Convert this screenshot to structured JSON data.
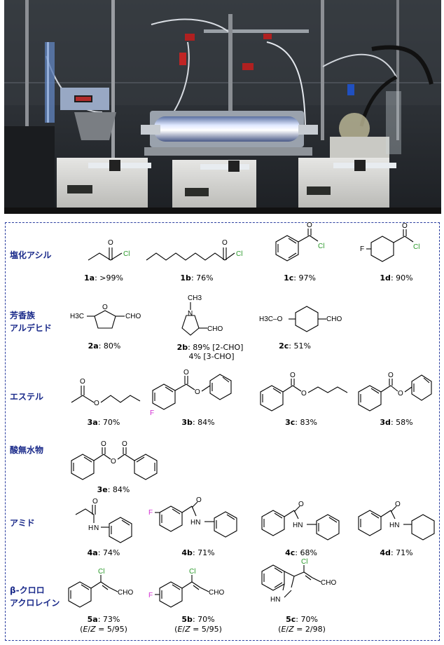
{
  "categories": {
    "acyl_chloride": "塩化アシル",
    "aromatic_aldehyde_1": "芳香族",
    "aromatic_aldehyde_2": "アルデヒド",
    "ester": "エステル",
    "anhydride": "酸無水物",
    "amide": "アミド",
    "chloroacrolein_1": "β-クロロ",
    "chloroacrolein_2": "アクロレイン"
  },
  "compounds": {
    "c1a": {
      "id": "1a",
      "yield": ": >99%"
    },
    "c1b": {
      "id": "1b",
      "yield": ": 76%"
    },
    "c1c": {
      "id": "1c",
      "yield": ": 97%"
    },
    "c1d": {
      "id": "1d",
      "yield": ": 90%"
    },
    "c2a": {
      "id": "2a",
      "yield": ": 80%"
    },
    "c2b": {
      "id": "2b",
      "yield": ": 89% [2-CHO]",
      "yield2": "4% [3-CHO]"
    },
    "c2c": {
      "id": "2c",
      "yield": ": 51%"
    },
    "c3a": {
      "id": "3a",
      "yield": ": 70%"
    },
    "c3b": {
      "id": "3b",
      "yield": ": 84%"
    },
    "c3c": {
      "id": "3c",
      "yield": ": 83%"
    },
    "c3d": {
      "id": "3d",
      "yield": ": 58%"
    },
    "c3e": {
      "id": "3e",
      "yield": ": 84%"
    },
    "c4a": {
      "id": "4a",
      "yield": ": 74%"
    },
    "c4b": {
      "id": "4b",
      "yield": ": 71%"
    },
    "c4c": {
      "id": "4c",
      "yield": ": 68%"
    },
    "c4d": {
      "id": "4d",
      "yield": ": 71%"
    },
    "c5a": {
      "id": "5a",
      "yield": ": 73%",
      "ratio_pre": "(",
      "ratio_e": "E",
      "ratio_slash": "/",
      "ratio_z": "Z",
      "ratio_val": " = 5/95)"
    },
    "c5b": {
      "id": "5b",
      "yield": ": 70%",
      "ratio_pre": "(",
      "ratio_e": "E",
      "ratio_slash": "/",
      "ratio_z": "Z",
      "ratio_val": " = 5/95)"
    },
    "c5c": {
      "id": "5c",
      "yield": ": 70%",
      "ratio_pre": "(",
      "ratio_e": "E",
      "ratio_slash": "/",
      "ratio_z": "Z",
      "ratio_val": " = 2/98)"
    }
  },
  "atoms": {
    "Cl": "Cl",
    "O": "O",
    "F": "F",
    "CHO": "CHO",
    "CH3": "CH3",
    "N": "N",
    "HN": "HN",
    "H3C": "H3C",
    "H": "H",
    "H3CO": "H3C–O"
  },
  "colors": {
    "category_text": "#1a2a8a",
    "chlorine": "#2c9a2c",
    "fluorine": "#d22cd2",
    "panel_border": "#2c3fa0"
  }
}
